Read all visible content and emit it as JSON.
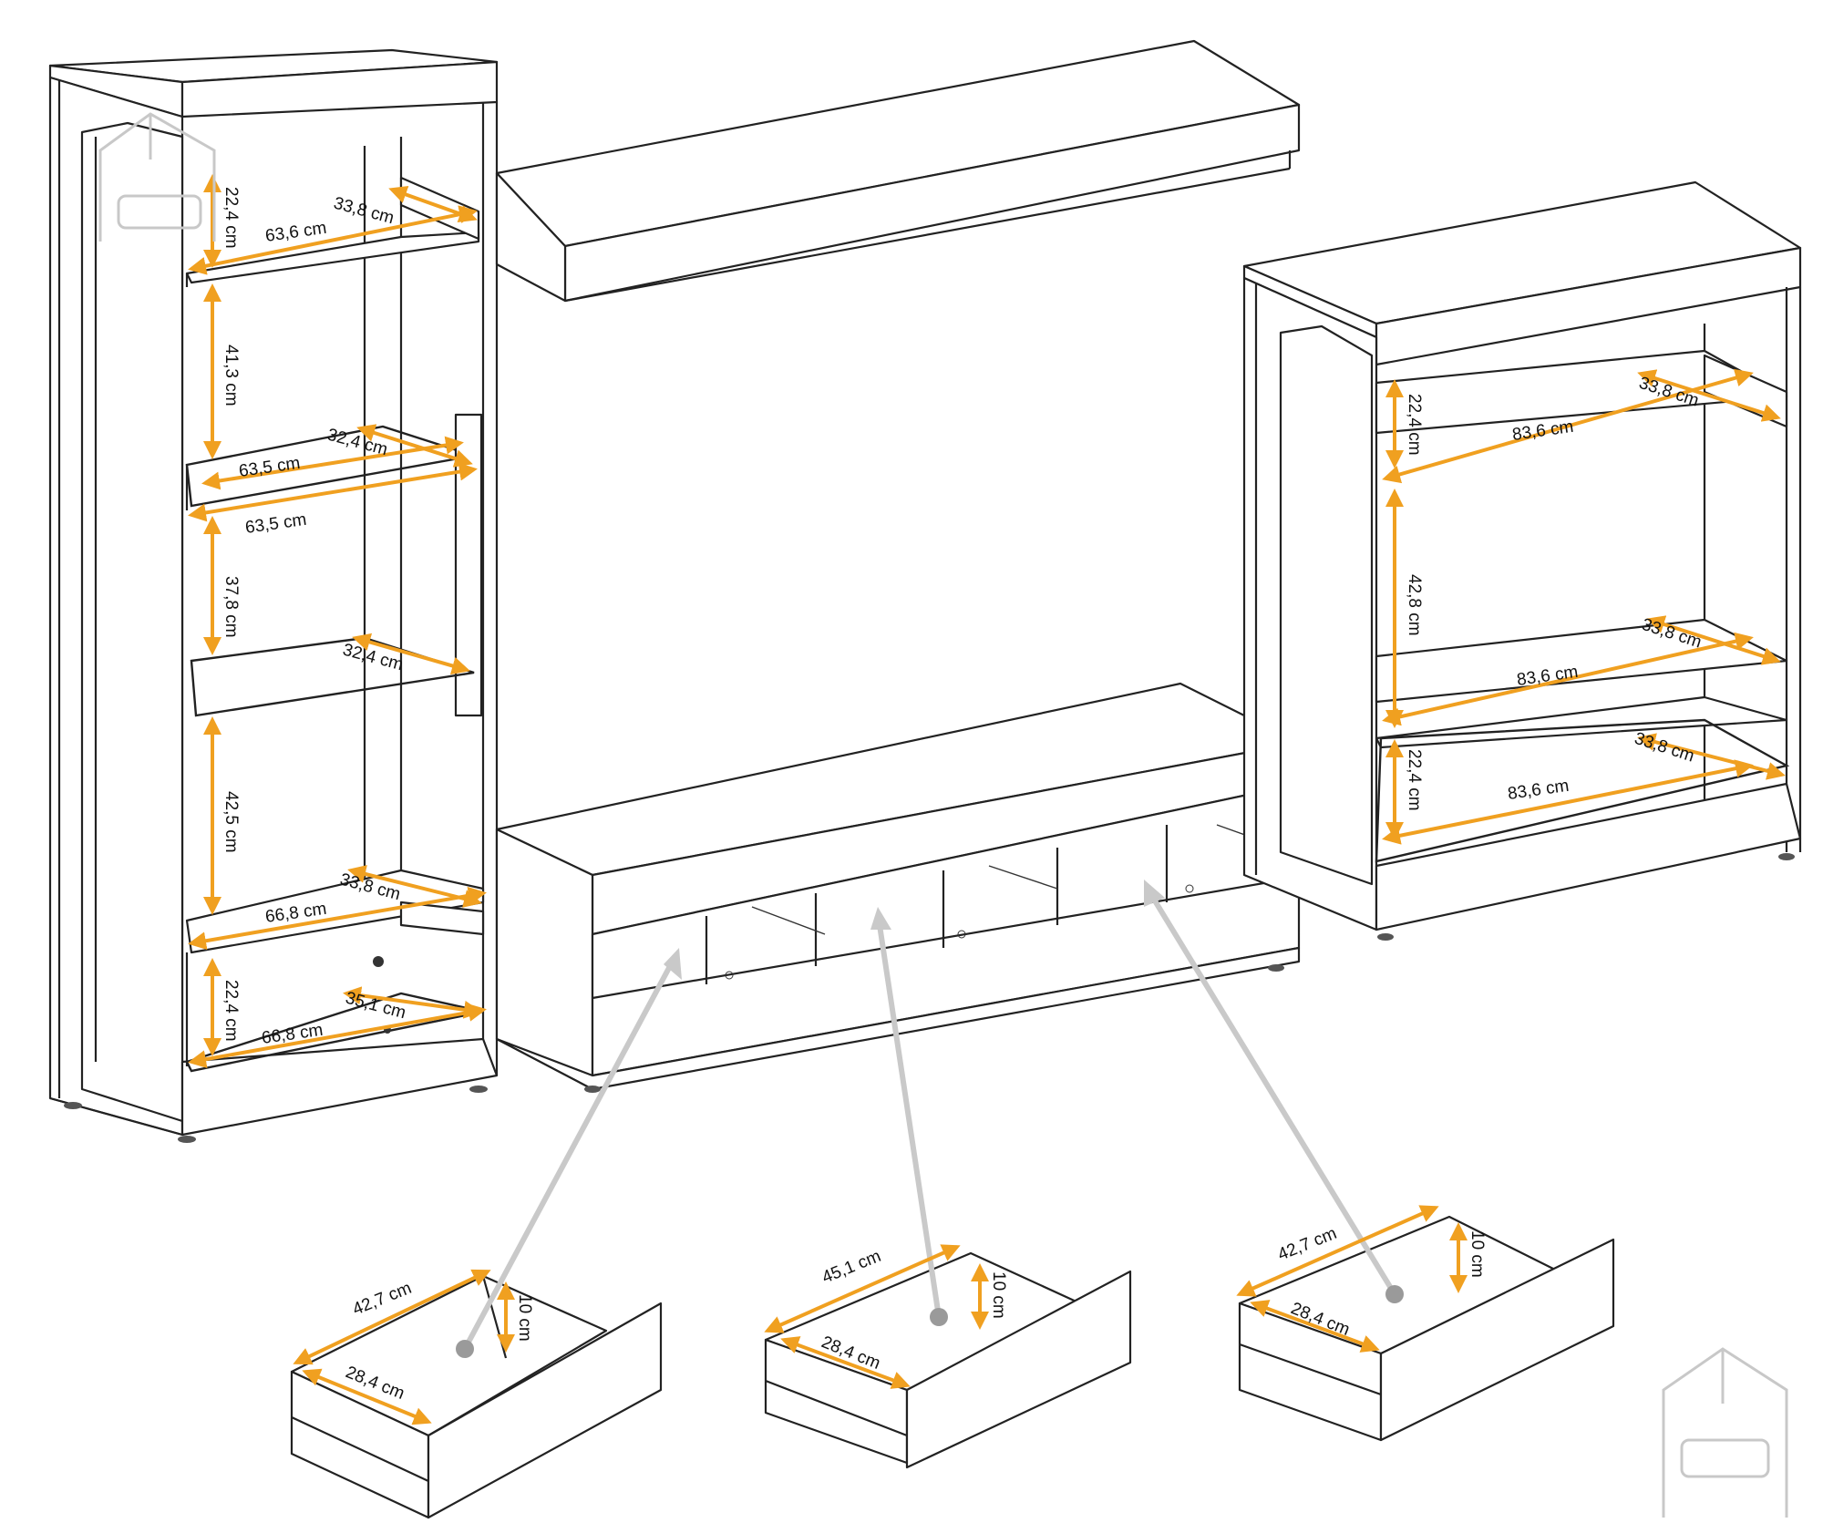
{
  "figure": {
    "tall_cabinet": {
      "shelf_depth_top": "33,8 cm",
      "shelf_width_top": "63,6 cm",
      "height_top": "22,4 cm",
      "height_2": "41,3 cm",
      "glass_depth_1": "32,4 cm",
      "glass_width_1": "63,5 cm",
      "width_below_glass": "63,5 cm",
      "height_3": "37,8 cm",
      "glass_depth_2": "32,4 cm",
      "height_4": "42,5 cm",
      "shelf_depth_low": "33,8 cm",
      "shelf_width_low": "66,8 cm",
      "height_bottom": "22,4 cm",
      "bottom_depth": "35,1 cm",
      "bottom_width": "66,8 cm"
    },
    "right_cabinet": {
      "height_top": "22,4 cm",
      "depth_top": "33,8 cm",
      "width_top": "83,6 cm",
      "height_mid": "42,8 cm",
      "depth_mid": "33,8 cm",
      "width_mid": "83,6 cm",
      "height_bottom": "22,4 cm",
      "depth_bottom": "33,8 cm",
      "width_bottom": "83,6 cm"
    },
    "drawers": [
      {
        "length": "42,7 cm",
        "width": "28,4 cm",
        "height": "10 cm"
      },
      {
        "length": "45,1 cm",
        "width": "28,4 cm",
        "height": "10 cm"
      },
      {
        "length": "42,7 cm",
        "width": "28,4 cm",
        "height": "10 cm"
      }
    ]
  },
  "colors": {
    "dimension": "#f0a020",
    "outline": "#222222",
    "pointer": "#c9c9c9",
    "watermark": "#c8c8c8"
  }
}
